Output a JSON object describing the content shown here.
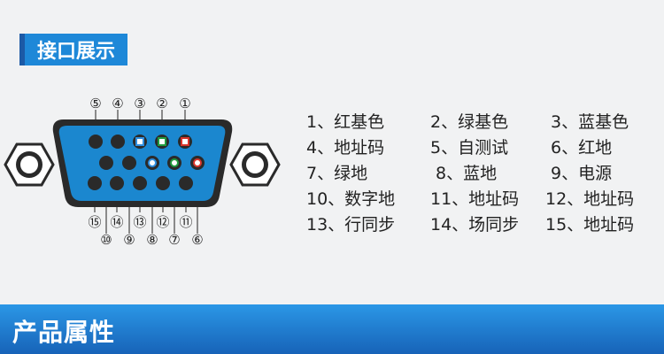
{
  "header": {
    "title": "接口展示"
  },
  "footer": {
    "title": "产品属性"
  },
  "connector": {
    "top_pin_labels": [
      "⑤",
      "④",
      "③",
      "②",
      "①"
    ],
    "mid_pin_labels": [
      "⑩",
      "⑨",
      "⑧",
      "⑦",
      "⑥"
    ],
    "bot_pin_labels": [
      "⑮",
      "⑭",
      "⑬",
      "⑫",
      "⑪"
    ]
  },
  "legend": {
    "rows": [
      [
        "1、红基色",
        "2、绿基色",
        "3、蓝基色"
      ],
      [
        "4、地址码",
        "5、自测试",
        "6、红地"
      ],
      [
        "7、绿地",
        "8、蓝地",
        "9、电源"
      ],
      [
        "10、数字地",
        "11、地址码",
        "12、地址码"
      ],
      [
        "13、行同步",
        "14、场同步",
        "15、地址码"
      ]
    ]
  },
  "colors": {
    "shell": "#1b87cf",
    "banner": "#1e88d8",
    "red_pin": "#d8342a",
    "green_pin": "#1f9a3e",
    "blue_pin": "#2f8fe0"
  }
}
